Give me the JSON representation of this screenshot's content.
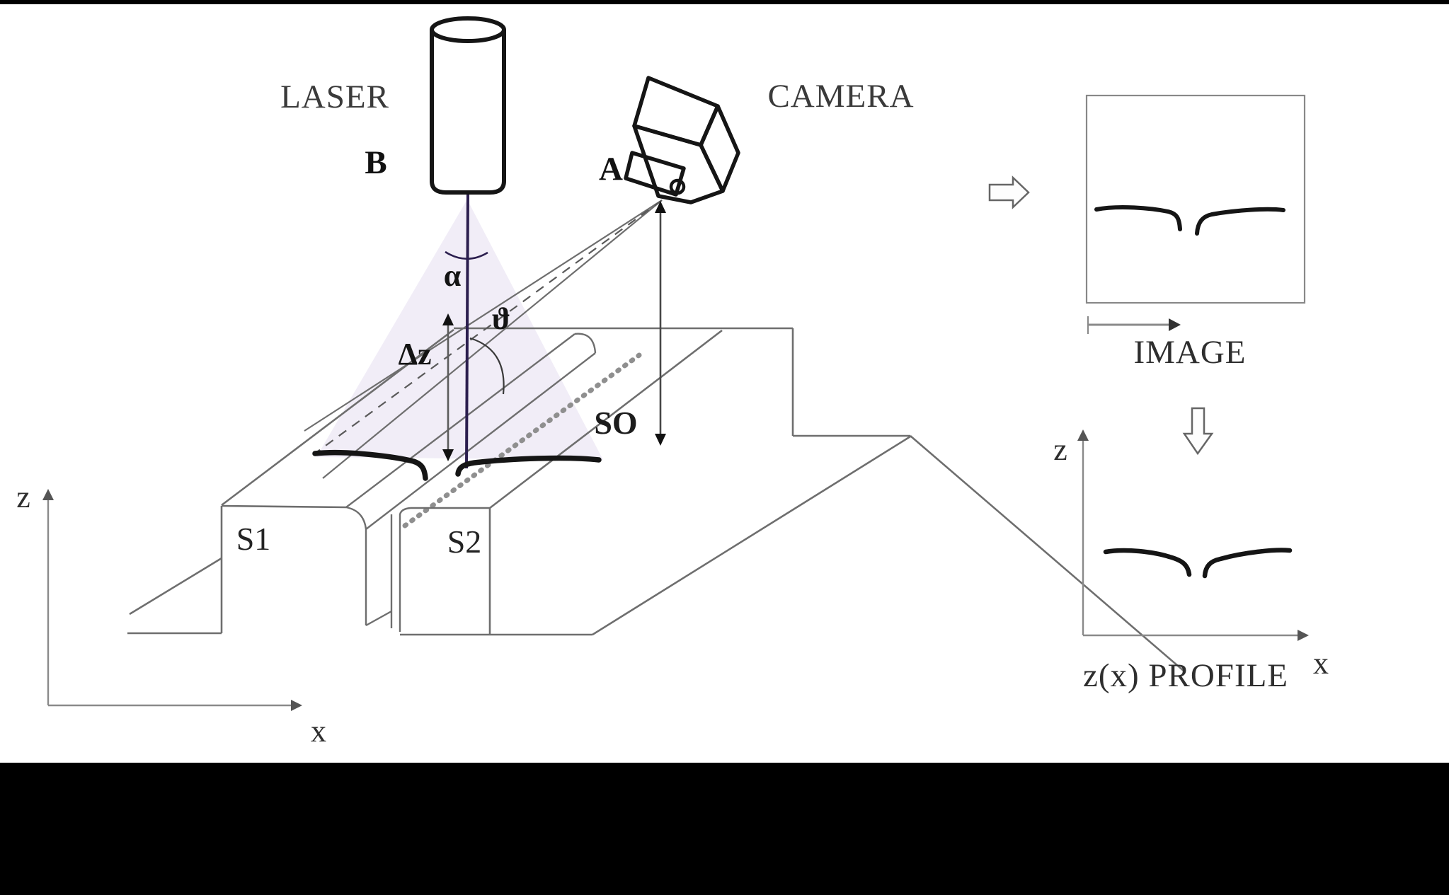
{
  "colors": {
    "background": "#ffffff",
    "letterbox_bar": "#000000",
    "laser_beam": "#2b1e4e",
    "laser_cone_fill": "#e8e1f2",
    "bold_stripe": "#151515",
    "construction_gray": "#6e6e6e",
    "text_gray": "#3a3a3a"
  },
  "scene": {
    "laser": {
      "label": "LASER",
      "point_label": "B"
    },
    "camera": {
      "label": "CAMERA",
      "point_label": "A"
    },
    "angles": {
      "alpha": "α",
      "theta": "ϑ",
      "delta_z": "Δz"
    },
    "labels": {
      "stripe": "SO",
      "sheet_left": "S1",
      "sheet_right": "S2"
    },
    "axes": {
      "vertical": "z",
      "horizontal": "x"
    }
  },
  "pipeline": {
    "image_panel": {
      "caption": "IMAGE"
    },
    "profile_panel": {
      "caption": "z(x) PROFILE",
      "axis_vertical": "z",
      "axis_horizontal": "x"
    }
  }
}
